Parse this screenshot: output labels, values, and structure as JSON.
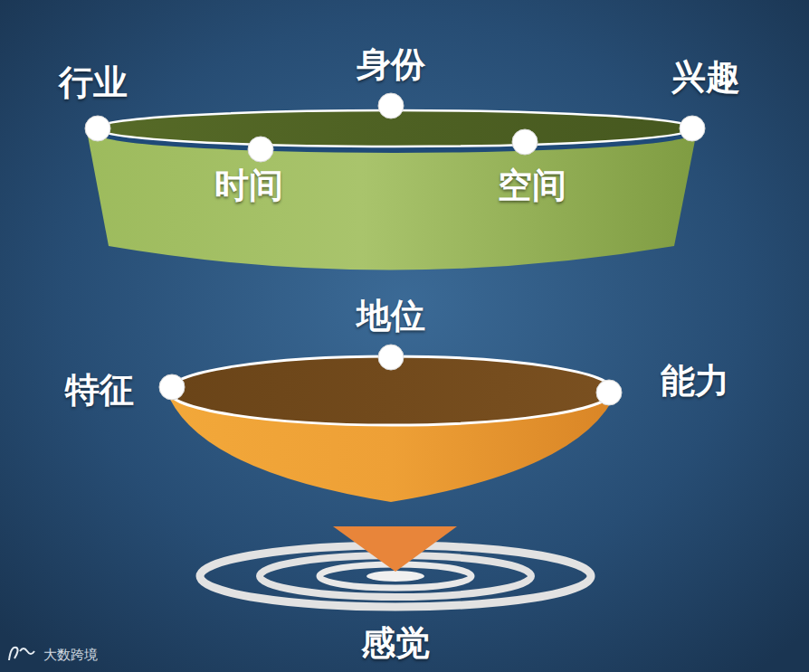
{
  "diagram": {
    "labels": [
      "行业",
      "身份",
      "兴趣",
      "时间",
      "空间",
      "地位",
      "特征",
      "能力",
      "感觉",
      "大数跨境"
    ]
  }
}
